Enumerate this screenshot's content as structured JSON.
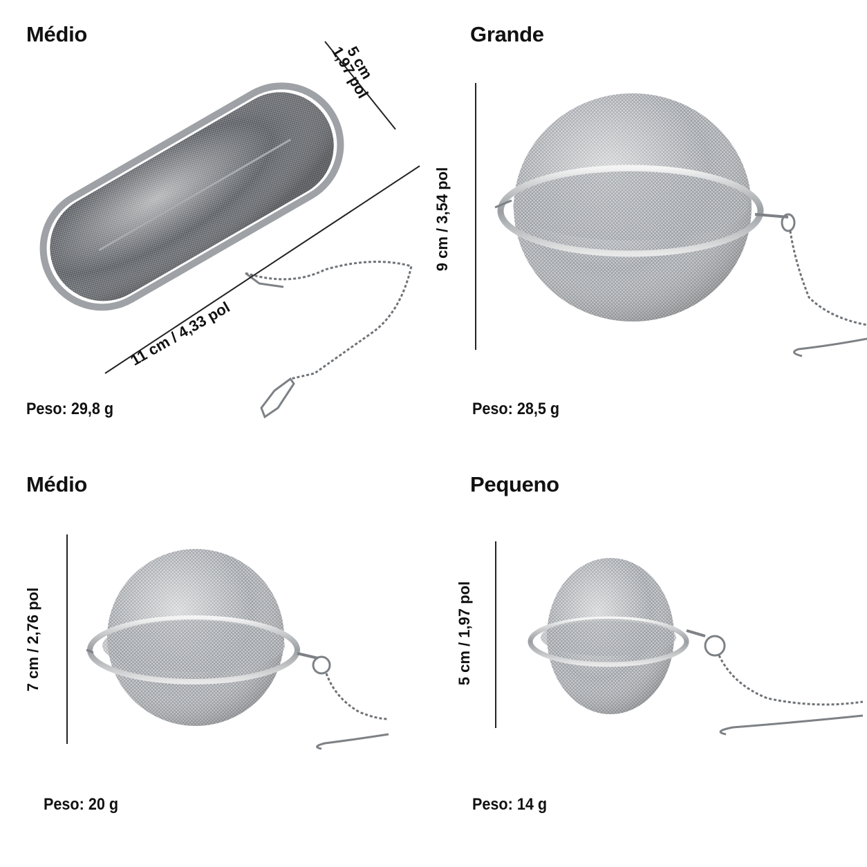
{
  "panels": [
    {
      "title": "Médio",
      "weight": "Peso: 29,8 g",
      "dims": {
        "width": "5 cm",
        "width_in": "1,97 pol",
        "length": "11 cm / 4,33 pol"
      },
      "icon": "oval-mesh-infuser"
    },
    {
      "title": "Grande",
      "weight": "Peso: 28,5 g",
      "dims": {
        "height": "9 cm / 3,54 pol"
      },
      "icon": "mesh-ball-infuser"
    },
    {
      "title": "Médio",
      "weight": "Peso: 20 g",
      "dims": {
        "height": "7 cm / 2,76 pol"
      },
      "icon": "mesh-ball-infuser"
    },
    {
      "title": "Pequeno",
      "weight": "Peso: 14 g",
      "dims": {
        "height": "5 cm / 1,97 pol"
      },
      "icon": "mesh-ball-infuser"
    }
  ],
  "colors": {
    "text": "#111111",
    "steel": "#b9bcc0",
    "steel_dark": "#6f7377",
    "background": "#ffffff"
  }
}
